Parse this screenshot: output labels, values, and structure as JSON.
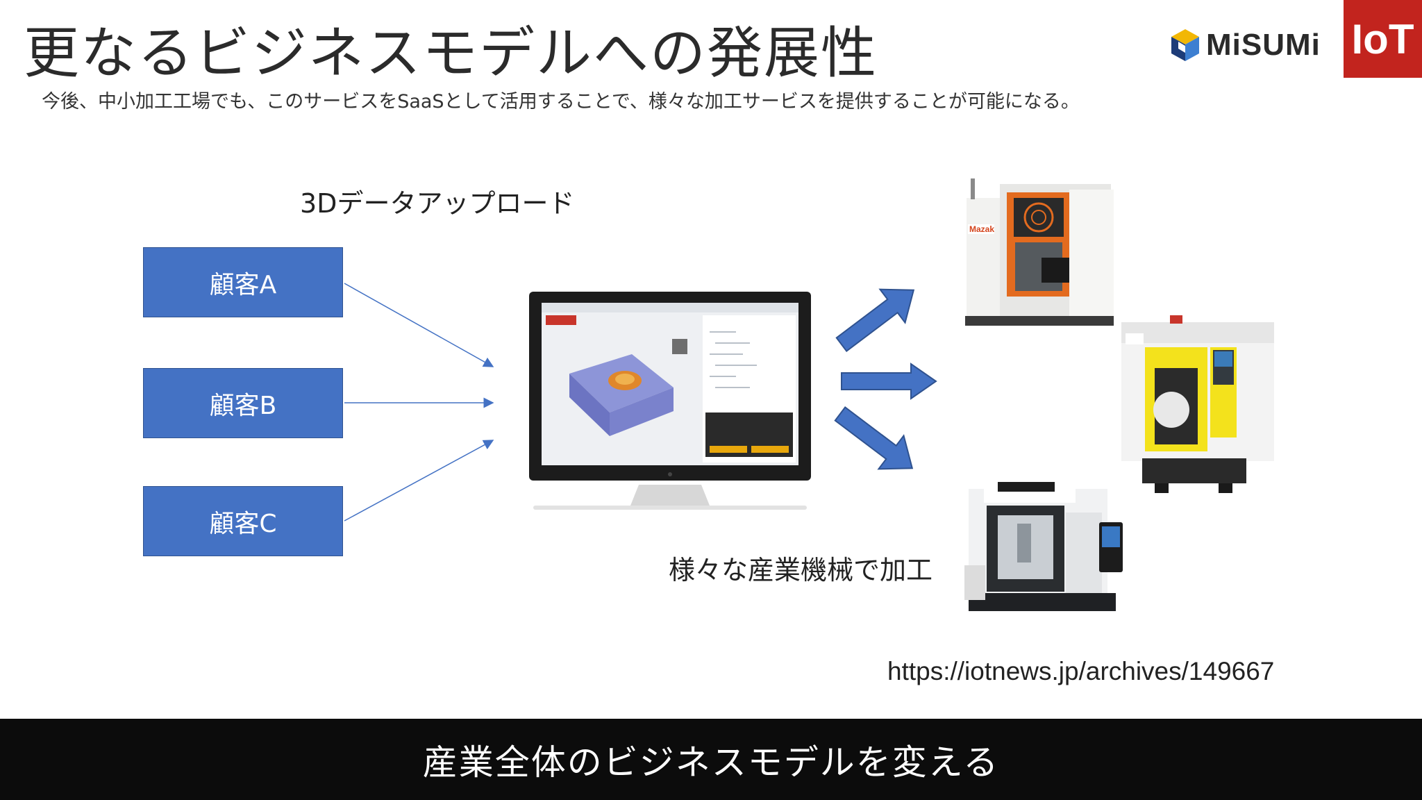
{
  "slide": {
    "title": "更なるビジネスモデルへの発展性",
    "subtitle": "今後、中小加工工場でも、このサービスをSaaSとして活用することで、様々な加工サービスを提供することが可能になる。",
    "logo_text": "MiSUMi",
    "badge_text": "IoT",
    "upload_label": "3Dデータアップロード",
    "customers": [
      "顧客A",
      "顧客B",
      "顧客C"
    ],
    "machining_label": "様々な産業機械で加工",
    "source_url": "https://iotnews.jp/archives/149667",
    "footer": "産業全体のビジネスモデルを変える",
    "machine_brand": "Mazak"
  },
  "colors": {
    "box_blue": "#4472c4",
    "arrow_blue": "#4472c4",
    "badge_red": "#c2241e",
    "footer_bg": "#0c0c0c"
  }
}
